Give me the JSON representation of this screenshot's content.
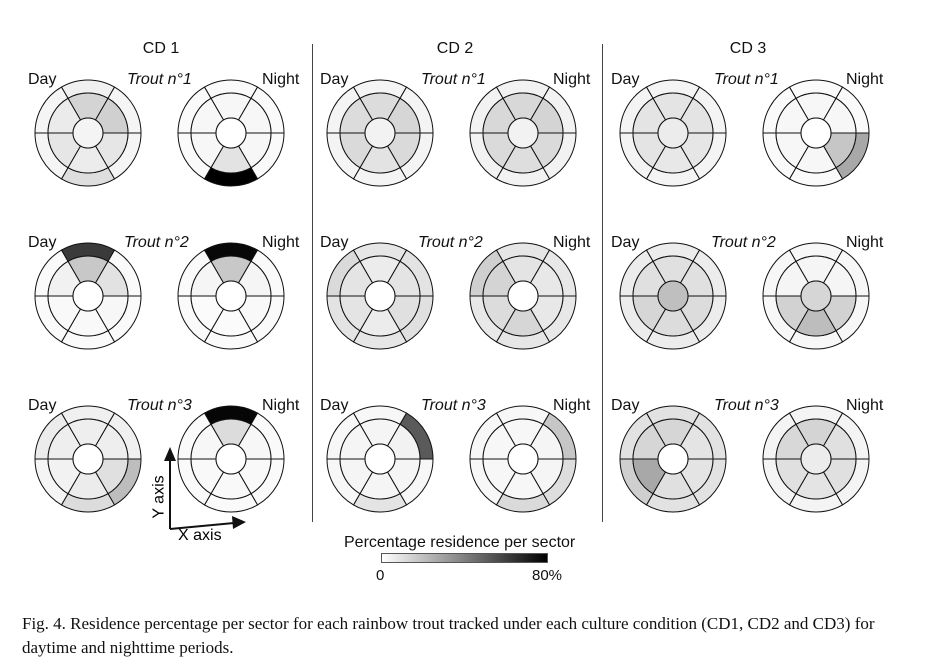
{
  "columns": [
    {
      "title": "CD 1"
    },
    {
      "title": "CD 2"
    },
    {
      "title": "CD 3"
    }
  ],
  "labels": {
    "day": "Day",
    "night": "Night"
  },
  "rows": [
    {
      "trout": "Trout n°1"
    },
    {
      "trout": "Trout n°2"
    },
    {
      "trout": "Trout n°3"
    }
  ],
  "axes": {
    "x": "X axis",
    "y": "Y axis"
  },
  "legend": {
    "title": "Percentage residence per sector",
    "min": "0",
    "max": "80%",
    "color_low": "#ffffff",
    "color_high": "#000000"
  },
  "caption": "Fig. 4. Residence percentage per sector for each rainbow trout tracked under each culture condition (CD1, CD2 and CD3) for daytime and nighttime periods.",
  "panels": [
    {
      "cd": 1,
      "trout": 1,
      "period": "Day",
      "center": "#f4f4f4",
      "inner": [
        "#d4d4d4",
        "#d0d0d0",
        "#e6e6e6",
        "#ececec",
        "#e6e6e6",
        "#ebebeb"
      ],
      "outer": [
        "#f0f0f0",
        "#f5f5f5",
        "#f5f5f5",
        "#dedede",
        "#f5f5f5",
        "#f5f5f5"
      ]
    },
    {
      "cd": 1,
      "trout": 1,
      "period": "Night",
      "center": "#ffffff",
      "inner": [
        "#f7f7f7",
        "#f7f7f7",
        "#f7f7f7",
        "#e3e3e3",
        "#f7f7f7",
        "#f7f7f7"
      ],
      "outer": [
        "#fafafa",
        "#fafafa",
        "#fafafa",
        "#000000",
        "#fafafa",
        "#fafafa"
      ]
    },
    {
      "cd": 1,
      "trout": 2,
      "period": "Day",
      "center": "#ffffff",
      "inner": [
        "#c8c8c8",
        "#e2e2e2",
        "#f7f7f7",
        "#f9f9f9",
        "#f9f9f9",
        "#f1f1f1"
      ],
      "outer": [
        "#3a3a3a",
        "#fafafa",
        "#fafafa",
        "#fafafa",
        "#fafafa",
        "#fafafa"
      ]
    },
    {
      "cd": 1,
      "trout": 2,
      "period": "Night",
      "center": "#ffffff",
      "inner": [
        "#c8c8c8",
        "#f5f5f5",
        "#f9f9f9",
        "#fbfbfb",
        "#fbfbfb",
        "#f5f5f5"
      ],
      "outer": [
        "#080808",
        "#fafafa",
        "#fafafa",
        "#fafafa",
        "#fafafa",
        "#fafafa"
      ]
    },
    {
      "cd": 1,
      "trout": 3,
      "period": "Day",
      "center": "#ffffff",
      "inner": [
        "#eeeeee",
        "#eeeeee",
        "#e0e0e0",
        "#ececec",
        "#f2f2f2",
        "#eeeeee"
      ],
      "outer": [
        "#f0f0f0",
        "#f0f0f0",
        "#bdbdbd",
        "#dcdcdc",
        "#f5f5f5",
        "#ececec"
      ]
    },
    {
      "cd": 1,
      "trout": 3,
      "period": "Night",
      "center": "#ffffff",
      "inner": [
        "#dcdcdc",
        "#f7f7f7",
        "#f9f9f9",
        "#f9f9f9",
        "#f9f9f9",
        "#f7f7f7"
      ],
      "outer": [
        "#060606",
        "#fafafa",
        "#fafafa",
        "#fafafa",
        "#fafafa",
        "#fafafa"
      ]
    },
    {
      "cd": 2,
      "trout": 1,
      "period": "Day",
      "center": "#f2f2f2",
      "inner": [
        "#dcdcdc",
        "#d6d6d6",
        "#dadada",
        "#e3e3e3",
        "#dadada",
        "#dcdcdc"
      ],
      "outer": [
        "#f4f4f4",
        "#f4f4f4",
        "#f4f4f4",
        "#f4f4f4",
        "#f4f4f4",
        "#f4f4f4"
      ]
    },
    {
      "cd": 2,
      "trout": 1,
      "period": "Night",
      "center": "#f2f2f2",
      "inner": [
        "#d8d8d8",
        "#d4d4d4",
        "#dadada",
        "#dedede",
        "#dadada",
        "#d8d8d8"
      ],
      "outer": [
        "#f2f2f2",
        "#f2f2f2",
        "#f2f2f2",
        "#f2f2f2",
        "#f2f2f2",
        "#f2f2f2"
      ]
    },
    {
      "cd": 2,
      "trout": 2,
      "period": "Day",
      "center": "#ffffff",
      "inner": [
        "#ececec",
        "#e4e4e4",
        "#e0e0e0",
        "#ececec",
        "#e4e4e4",
        "#e4e4e4"
      ],
      "outer": [
        "#e6e6e6",
        "#e3e3e3",
        "#e0e0e0",
        "#e6e6e6",
        "#e3e3e3",
        "#dadada"
      ]
    },
    {
      "cd": 2,
      "trout": 2,
      "period": "Night",
      "center": "#ffffff",
      "inner": [
        "#e4e4e4",
        "#e8e8e8",
        "#e8e8e8",
        "#d6d6d6",
        "#dcdcdc",
        "#d4d4d4"
      ],
      "outer": [
        "#e6e6e6",
        "#e8e8e8",
        "#e8e8e8",
        "#e6e6e6",
        "#e8e8e8",
        "#cfcfcf"
      ]
    },
    {
      "cd": 2,
      "trout": 3,
      "period": "Day",
      "center": "#ffffff",
      "inner": [
        "#f5f5f5",
        "#f2f2f2",
        "#f5f5f5",
        "#f5f5f5",
        "#f5f5f5",
        "#f5f5f5"
      ],
      "outer": [
        "#f7f7f7",
        "#5a5a5a",
        "#f7f7f7",
        "#e4e4e4",
        "#f7f7f7",
        "#f7f7f7"
      ]
    },
    {
      "cd": 2,
      "trout": 3,
      "period": "Night",
      "center": "#ffffff",
      "inner": [
        "#f7f7f7",
        "#f5f5f5",
        "#f5f5f5",
        "#f7f7f7",
        "#f7f7f7",
        "#f7f7f7"
      ],
      "outer": [
        "#f7f7f7",
        "#c6c6c6",
        "#dedede",
        "#dadada",
        "#f7f7f7",
        "#f7f7f7"
      ]
    },
    {
      "cd": 3,
      "trout": 1,
      "period": "Day",
      "center": "#ececec",
      "inner": [
        "#e4e4e4",
        "#e4e4e4",
        "#e6e6e6",
        "#e8e8e8",
        "#e4e4e4",
        "#e4e4e4"
      ],
      "outer": [
        "#f4f4f4",
        "#f4f4f4",
        "#f4f4f4",
        "#f4f4f4",
        "#f4f4f4",
        "#f4f4f4"
      ]
    },
    {
      "cd": 3,
      "trout": 1,
      "period": "Night",
      "center": "#ffffff",
      "inner": [
        "#f7f7f7",
        "#f7f7f7",
        "#c6c6c6",
        "#f7f7f7",
        "#f7f7f7",
        "#f7f7f7"
      ],
      "outer": [
        "#fafafa",
        "#fafafa",
        "#a8a8a8",
        "#fafafa",
        "#fafafa",
        "#fafafa"
      ]
    },
    {
      "cd": 3,
      "trout": 2,
      "period": "Day",
      "center": "#bfbfbf",
      "inner": [
        "#e0e0e0",
        "#e0e0e0",
        "#dcdcdc",
        "#dcdcdc",
        "#d6d6d6",
        "#e0e0e0"
      ],
      "outer": [
        "#ececec",
        "#ececec",
        "#ececec",
        "#ececec",
        "#ececec",
        "#ececec"
      ]
    },
    {
      "cd": 3,
      "trout": 2,
      "period": "Night",
      "center": "#d6d6d6",
      "inner": [
        "#f5f5f5",
        "#f5f5f5",
        "#d2d2d2",
        "#bdbdbd",
        "#d2d2d2",
        "#f5f5f5"
      ],
      "outer": [
        "#f7f7f7",
        "#f7f7f7",
        "#f7f7f7",
        "#f7f7f7",
        "#f7f7f7",
        "#f7f7f7"
      ]
    },
    {
      "cd": 3,
      "trout": 3,
      "period": "Day",
      "center": "#ffffff",
      "inner": [
        "#d6d6d6",
        "#e4e4e4",
        "#e4e4e4",
        "#e0e0e0",
        "#a8a8a8",
        "#d6d6d6"
      ],
      "outer": [
        "#e2e2e2",
        "#e2e2e2",
        "#e2e2e2",
        "#e2e2e2",
        "#cfcfcf",
        "#e2e2e2"
      ]
    },
    {
      "cd": 3,
      "trout": 3,
      "period": "Night",
      "center": "#ececec",
      "inner": [
        "#d4d4d4",
        "#e0e0e0",
        "#e0e0e0",
        "#e4e4e4",
        "#e0e0e0",
        "#d8d8d8"
      ],
      "outer": [
        "#f4f4f4",
        "#f4f4f4",
        "#f4f4f4",
        "#f4f4f4",
        "#f4f4f4",
        "#f4f4f4"
      ]
    }
  ]
}
